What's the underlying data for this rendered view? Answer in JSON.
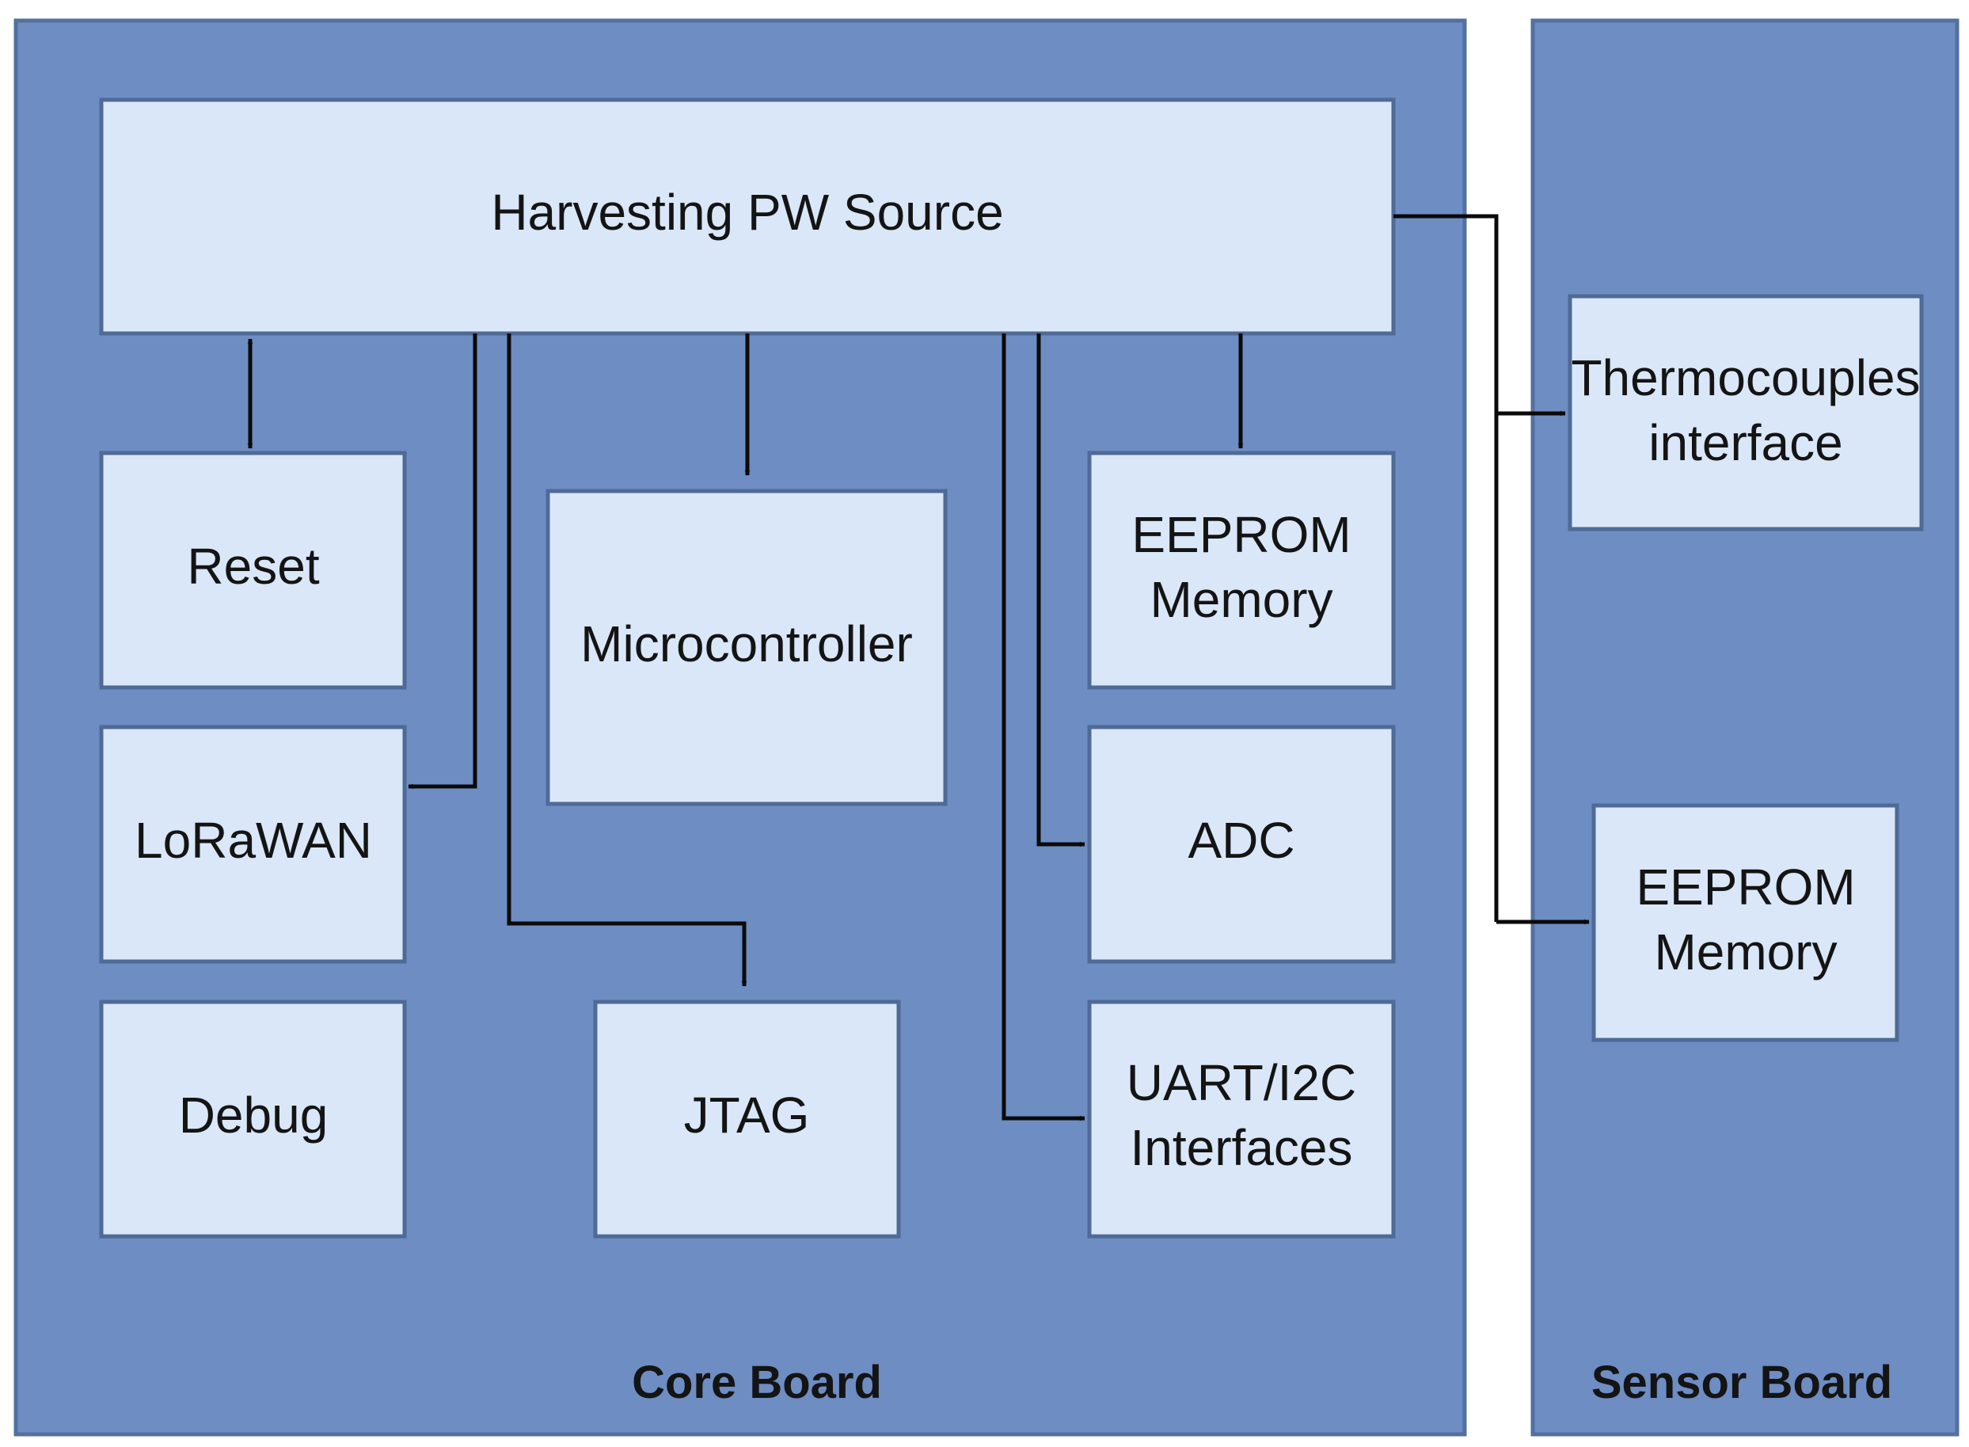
{
  "boards": {
    "core": {
      "label": "Core Board"
    },
    "sensor": {
      "label": "Sensor Board"
    }
  },
  "blocks": {
    "harvesting": {
      "lines": [
        "Harvesting PW Source"
      ]
    },
    "reset": {
      "lines": [
        "Reset"
      ]
    },
    "lorawan": {
      "lines": [
        "LoRaWAN"
      ]
    },
    "debug": {
      "lines": [
        "Debug"
      ]
    },
    "microcontroller": {
      "lines": [
        "Microcontroller"
      ]
    },
    "jtag": {
      "lines": [
        "JTAG"
      ]
    },
    "eeprom_core": {
      "lines": [
        "EEPROM",
        "Memory"
      ]
    },
    "adc": {
      "lines": [
        "ADC"
      ]
    },
    "uart": {
      "lines": [
        "UART/I2C",
        "Interfaces"
      ]
    },
    "thermo": {
      "lines": [
        "Thermocouples",
        "interface"
      ]
    },
    "eeprom_sensor": {
      "lines": [
        "EEPROM",
        "Memory"
      ]
    }
  },
  "colors": {
    "board_fill": "#6d8dc3",
    "block_fill": "#dae7f8",
    "arrow": "#0a0a0a"
  }
}
